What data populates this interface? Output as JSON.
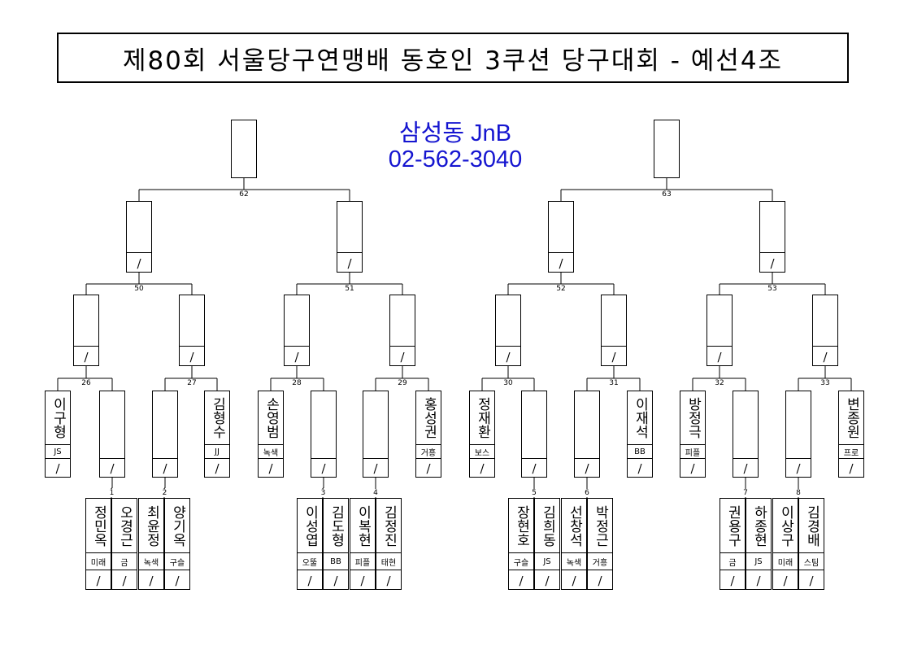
{
  "title": "제80회 서울당구연맹배 동호인 3쿠션 당구대회 - 예선4조",
  "sponsor": {
    "name": "삼성동 JnB",
    "phone": "02-562-3040"
  },
  "mark": "/",
  "match_numbers": {
    "m1": "1",
    "m2": "2",
    "m3": "3",
    "m4": "4",
    "m5": "5",
    "m6": "6",
    "m7": "7",
    "m8": "8",
    "m26": "26",
    "m27": "27",
    "m28": "28",
    "m29": "29",
    "m30": "30",
    "m31": "31",
    "m32": "32",
    "m33": "33",
    "m50": "50",
    "m51": "51",
    "m52": "52",
    "m53": "53",
    "m62": "62",
    "m63": "63"
  },
  "seeded_players": [
    {
      "name": "이구형",
      "club": "JS"
    },
    {
      "name": "김형수",
      "club": "JJ"
    },
    {
      "name": "손영범",
      "club": "녹색"
    },
    {
      "name": "홍성권",
      "club": "거흥"
    },
    {
      "name": "정재환",
      "club": "보스"
    },
    {
      "name": "이재석",
      "club": "BB"
    },
    {
      "name": "방정극",
      "club": "피플"
    },
    {
      "name": "변종원",
      "club": "프로"
    }
  ],
  "first_round": [
    {
      "name": "정민옥",
      "club": "미래"
    },
    {
      "name": "오경근",
      "club": "금"
    },
    {
      "name": "최윤정",
      "club": "녹색"
    },
    {
      "name": "양기옥",
      "club": "구슬"
    },
    {
      "name": "이성엽",
      "club": "오뚤"
    },
    {
      "name": "김도형",
      "club": "BB"
    },
    {
      "name": "이복현",
      "club": "피플"
    },
    {
      "name": "김정진",
      "club": "태현"
    },
    {
      "name": "장현호",
      "club": "구슬"
    },
    {
      "name": "김희동",
      "club": "JS"
    },
    {
      "name": "선창석",
      "club": "녹색"
    },
    {
      "name": "박정근",
      "club": "거흥"
    },
    {
      "name": "권용구",
      "club": "금"
    },
    {
      "name": "하종현",
      "club": "JS"
    },
    {
      "name": "이상구",
      "club": "미래"
    },
    {
      "name": "김경배",
      "club": "스팀"
    }
  ]
}
